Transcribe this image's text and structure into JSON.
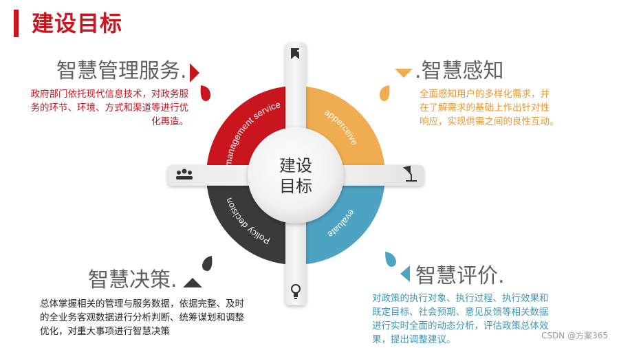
{
  "page": {
    "title": "建设目标",
    "accent_color": "#c9151e",
    "watermark": "CSDN @方案365"
  },
  "center": {
    "line1": "建设",
    "line2": "目标"
  },
  "quadrants": [
    {
      "key": "management",
      "heading": "智慧管理服务.",
      "ring_label": "management service",
      "body": [
        "政府部门依托现代信息技术，对政务服",
        "务的环节、环境、方式和渠道等进行优",
        "化再造。"
      ],
      "color": "#c9151e",
      "text_color": "#c9151e"
    },
    {
      "key": "perception",
      "heading": ".智慧感知",
      "ring_label": "apperceive",
      "body": [
        "全面感知用户的多样化需求，并",
        "在了解需求的基础上作出针对性",
        "响应，实现供需之间的良性互动。"
      ],
      "color": "#f0ac50",
      "text_color": "#e8972e"
    },
    {
      "key": "decision",
      "heading": "智慧决策.",
      "ring_label": "Policy decision",
      "body": [
        "总体掌握相关的管理与服务数据，依据完整、及时",
        "的全业务客观数据进行分析判断、统筹谋划和调整",
        "优化，对重大事项进行智慧决策"
      ],
      "color": "#3a3a3a",
      "text_color": "#222222"
    },
    {
      "key": "evaluation",
      "heading": "智慧评价.",
      "ring_label": "evaluate",
      "body": [
        "对政策的执行对象、执行过程、执行效果和",
        "既定目标、社会预期、意见反馈等相关数据",
        "进行实时全面的动态分析，评估政策总体效",
        "果，提出调整建议。"
      ],
      "color": "#4da3c2",
      "text_color": "#3d96b8"
    }
  ],
  "icons": [
    "bookmark-plus-icon",
    "desk-lamp-icon",
    "lightbulb-icon",
    "meeting-group-icon"
  ]
}
